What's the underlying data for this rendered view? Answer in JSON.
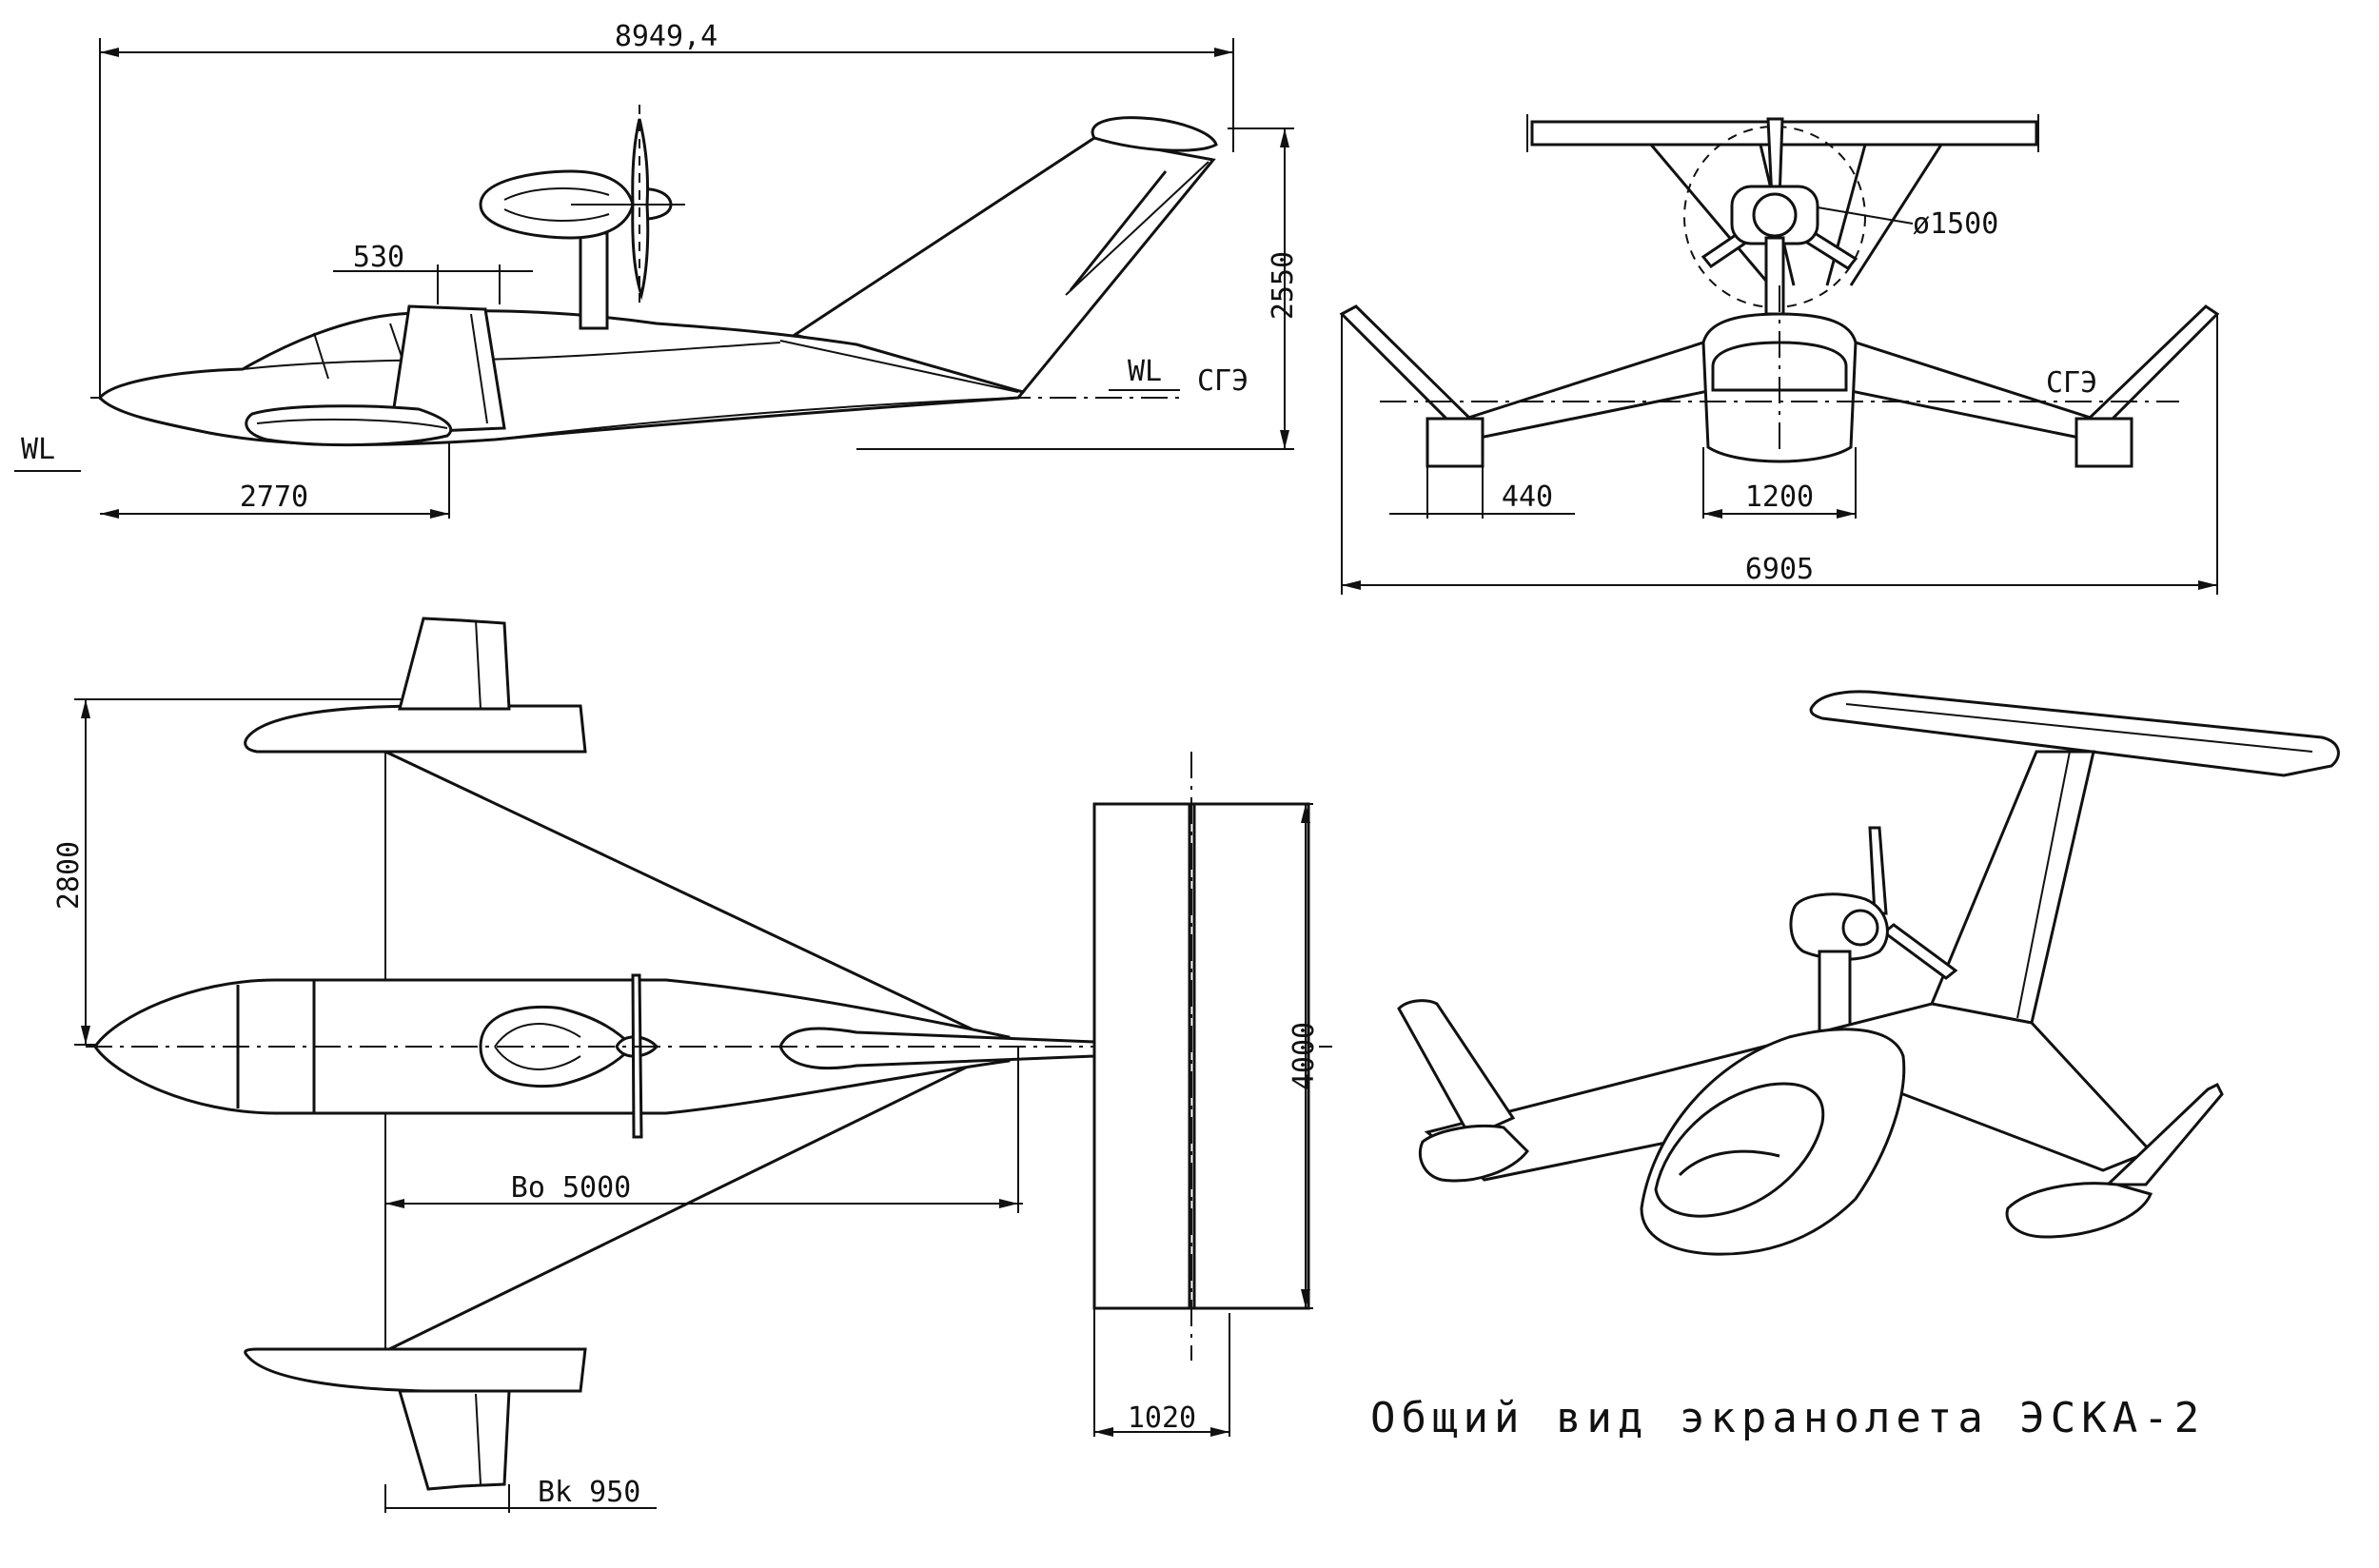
{
  "title": "Общий вид экранолета ЭСКА-2",
  "side_view": {
    "dim_length": "8949,4",
    "dim_height": "2550",
    "dim_mast": "530",
    "dim_wing_pos": "2770",
    "label_wl": "WL",
    "label_wl_left": "WL",
    "label_sge": "СГЭ"
  },
  "front_view": {
    "dim_prop_diameter": "ø1500",
    "dim_float": "440",
    "dim_hull": "1200",
    "dim_span": "6905",
    "label_sge": "СГЭ"
  },
  "top_view": {
    "dim_half_span": "2800",
    "dim_tail_span": "4000",
    "dim_root_chord": "Bo 5000",
    "dim_tail_chord": "1020",
    "dim_tip_chord": "Bk 950"
  },
  "perspective_view": {}
}
